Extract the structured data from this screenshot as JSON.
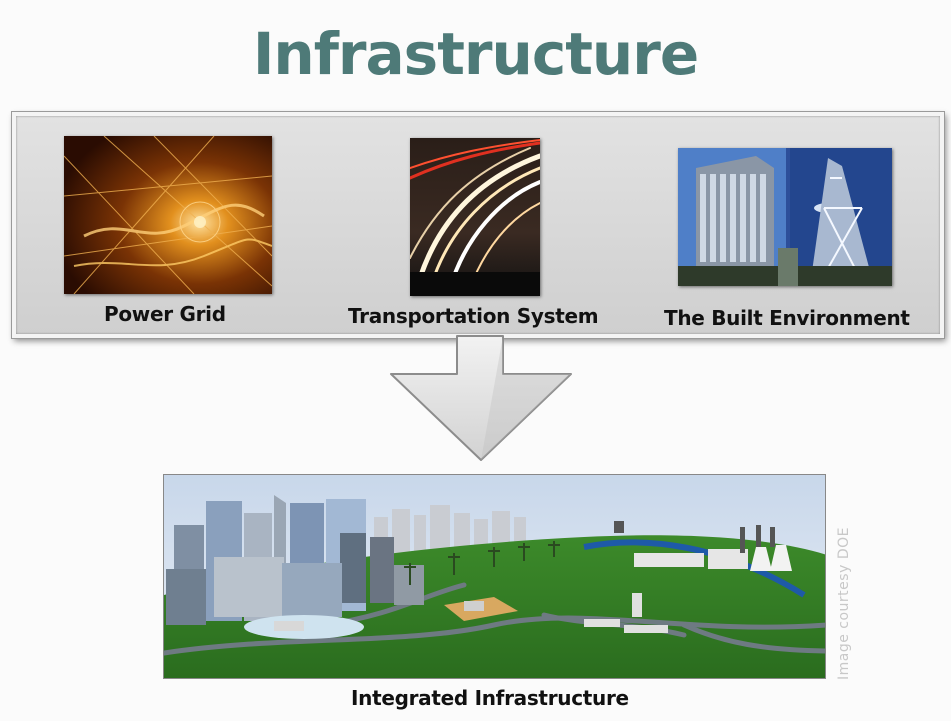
{
  "title": "Infrastructure",
  "components": [
    {
      "label": "Power Grid",
      "icon": "power-grid-photo"
    },
    {
      "label": "Transportation System",
      "icon": "traffic-light-trails-photo"
    },
    {
      "label": "The Built Environment",
      "icon": "skyscrapers-photo"
    }
  ],
  "flow_arrow": {
    "icon": "down-arrow-icon",
    "color": "#d9d9d9"
  },
  "result": {
    "label": "Integrated Infrastructure",
    "icon": "integrated-city-illustration"
  },
  "credit": "Image courtesy DOE",
  "colors": {
    "title": "#4e7a78",
    "panel": "#d6d6d6",
    "label": "#111111"
  }
}
